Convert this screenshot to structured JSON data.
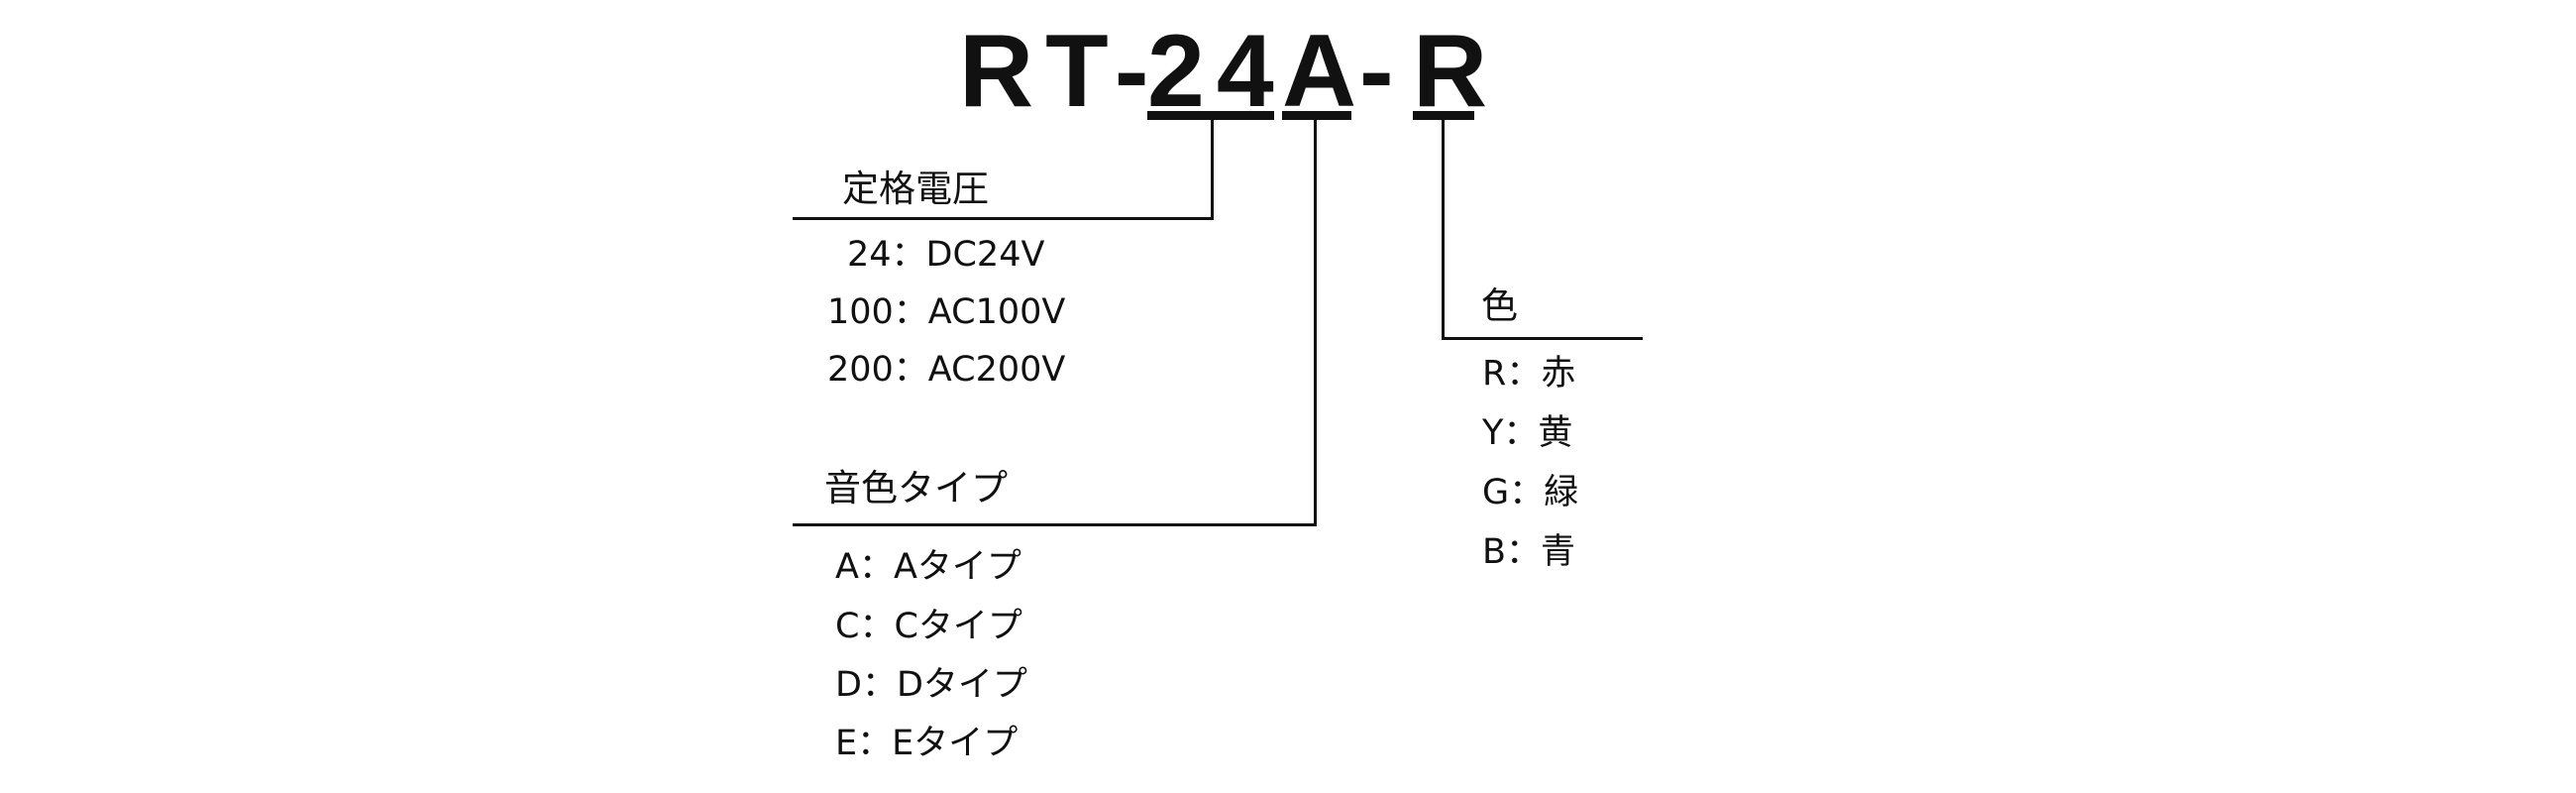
{
  "model_code": {
    "part1": "RT-",
    "part2": "24",
    "part3": "A",
    "part4": "-",
    "part5": "R"
  },
  "voltage": {
    "title": "定格電圧",
    "items": [
      "24：DC24V",
      "100：AC100V",
      "200：AC200V"
    ]
  },
  "tone": {
    "title": "音色タイプ",
    "items": [
      "A：Aタイプ",
      "C：Cタイプ",
      "D：Dタイプ",
      "E：Eタイプ"
    ]
  },
  "color": {
    "title": "色",
    "items": [
      "R：赤",
      "Y：黄",
      "G：緑",
      "B：青"
    ]
  }
}
